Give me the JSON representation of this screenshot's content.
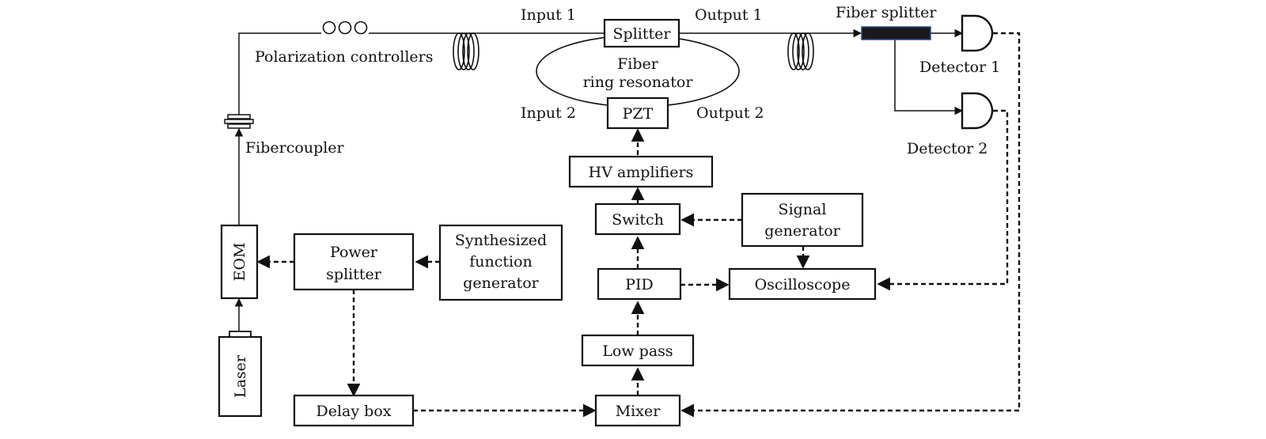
{
  "labels": {
    "input1": "Input 1",
    "output1": "Output 1",
    "input2": "Input 2",
    "output2": "Output 2",
    "fiber_splitter": "Fiber splitter",
    "polarization_controllers": "Polarization controllers",
    "fibercoupler": "Fibercoupler",
    "detector1": "Detector 1",
    "detector2": "Detector 2"
  },
  "blocks": {
    "splitter": "Splitter",
    "ring_line1": "Fiber",
    "ring_line2": "ring resonator",
    "pzt": "PZT",
    "hv_amplifiers": "HV amplifiers",
    "switch": "Switch",
    "signal_generator_line1": "Signal",
    "signal_generator_line2": "generator",
    "pid": "PID",
    "oscilloscope": "Oscilloscope",
    "low_pass": "Low pass",
    "mixer": "Mixer",
    "delay_box": "Delay box",
    "power_splitter_line1": "Power",
    "power_splitter_line2": "splitter",
    "synth_line1": "Synthesized",
    "synth_line2": "function",
    "synth_line3": "generator",
    "eom": "EOM",
    "laser": "Laser"
  },
  "colors": {
    "stroke": "#111111",
    "fiber_splitter_fill": "#1a1a1a",
    "fiber_splitter_edge": "#2a4a8a"
  }
}
